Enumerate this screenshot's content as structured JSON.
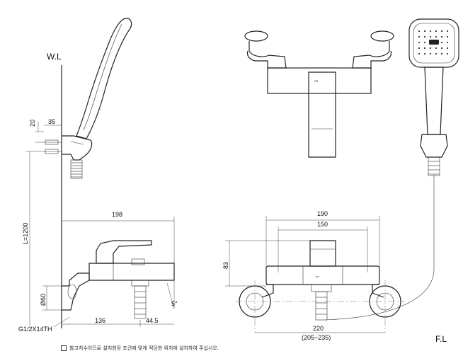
{
  "labels": {
    "wl": "W.L",
    "fl": "F.L"
  },
  "dims": {
    "d20": "20",
    "d35": "35",
    "l1200": "L=1200",
    "d198": "198",
    "phi60": "Ø60",
    "thread": "G1/2X14TH",
    "d136": "136",
    "d44_5": "44.5",
    "angle5": "5°",
    "d190": "190",
    "d150": "150",
    "d83": "83",
    "d220": "220",
    "d205_235": "(205~235)"
  },
  "note": "참고치수이므로 설치현장 조건에 맞게 적당한 위치에 설치하여 주십시오."
}
